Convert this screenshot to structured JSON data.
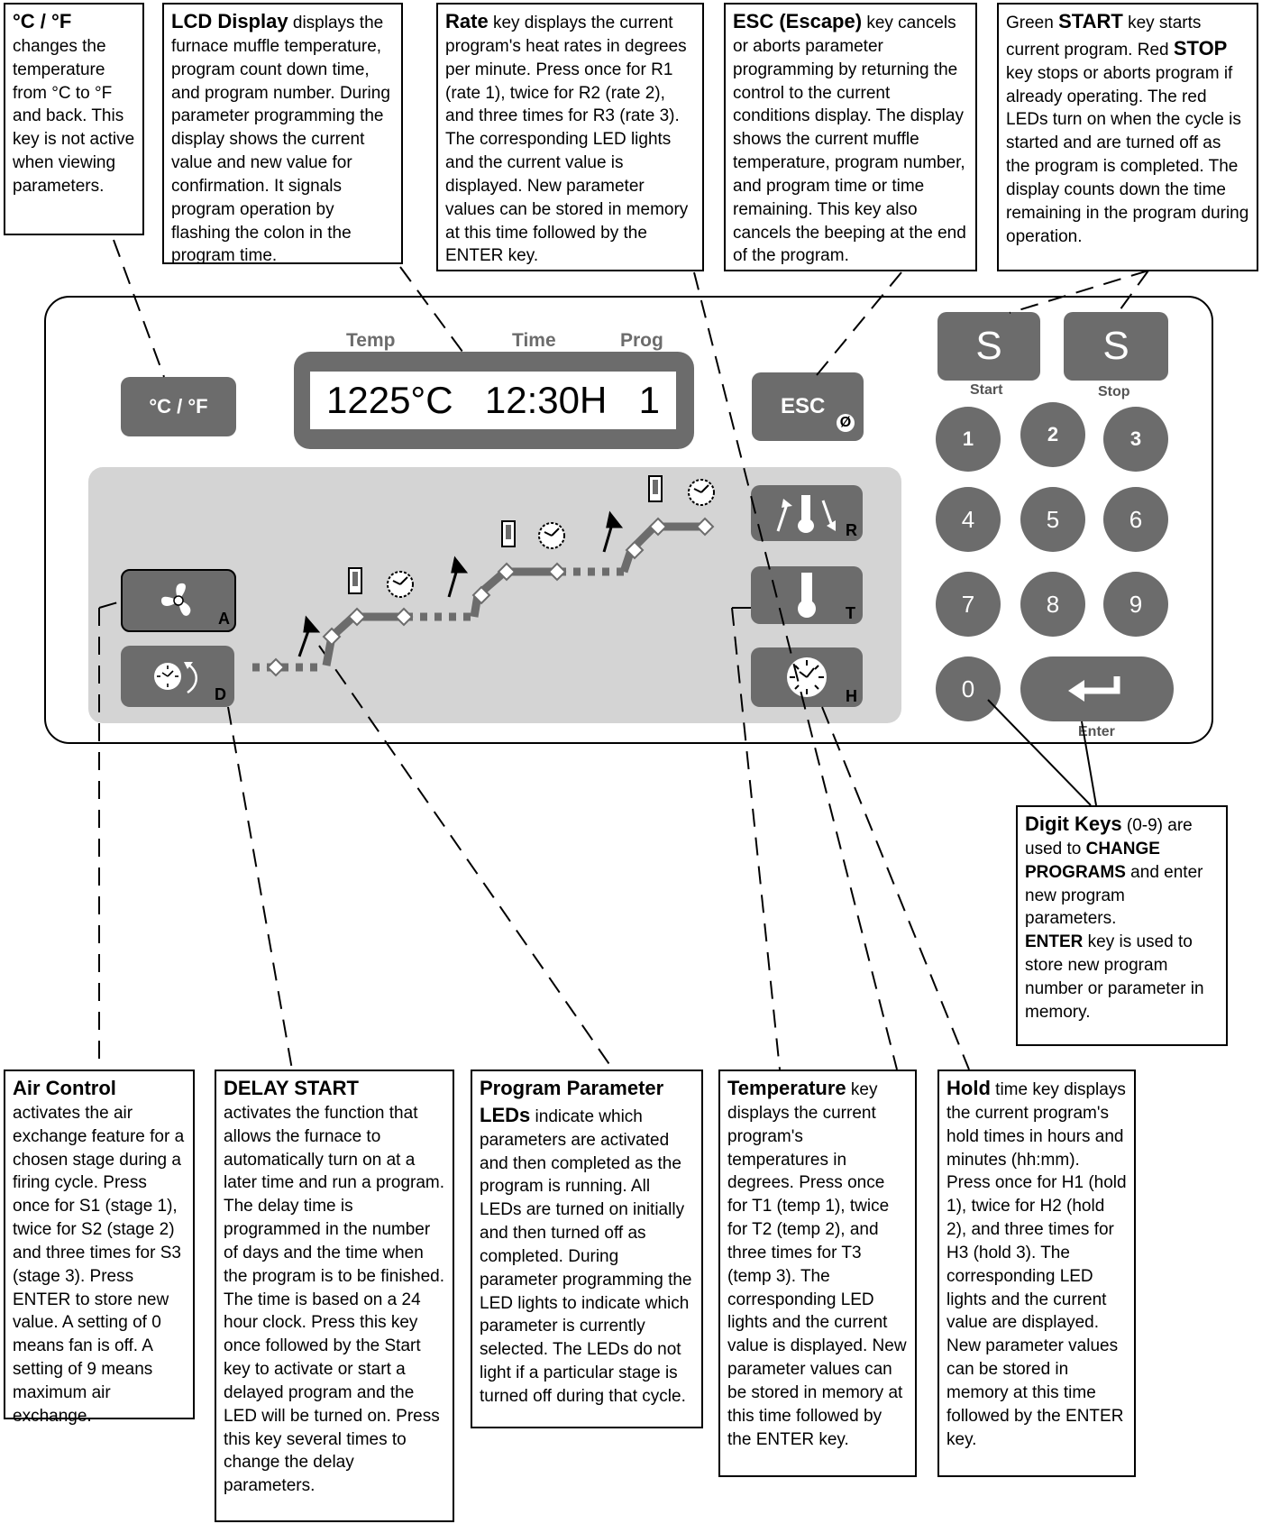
{
  "boxes": {
    "cf": {
      "title": "°C / °F",
      "text": "changes the temperature from °C to °F and back. This key is not active when viewing parameters."
    },
    "lcd": {
      "title": "LCD Display",
      "text": " displays the furnace muffle temperature, program count down time, and program number. During parameter programming the display shows the current value and new value for confirmation. It signals program operation by flashing the colon in the program time."
    },
    "rate": {
      "title": "Rate",
      "text": " key displays the current program's heat rates in degrees per minute. Press once for R1 (rate 1), twice for R2 (rate 2), and three times for R3 (rate 3). The corresponding LED lights and the current value is displayed. New parameter values can be stored in memory at this time followed by the ENTER key."
    },
    "esc": {
      "title": "ESC (Escape)",
      "text": " key cancels or aborts parameter programming by returning the control to the current conditions display. The display shows the current muffle temperature, program number, and program time or time remaining. This key also cancels the beeping at the end of the program."
    },
    "start": {
      "pre": "Green ",
      "start": "START",
      "mid": " key starts current program. Red ",
      "stop": "STOP",
      "text": " key stops or aborts program if already operating. The red LEDs turn on when the cycle is started and are turned off as the program is completed. The display counts down the time remaining in the program during operation."
    },
    "digit": {
      "title": "Digit Keys",
      "t1": " (0-9) are used to ",
      "bold1": "CHANGE PROGRAMS",
      "t2": " and enter new program parameters.",
      "enter": "ENTER",
      "t3": " key is used to store new program number or parameter in memory."
    },
    "air": {
      "title": "Air Control",
      "text": "activates the air exchange feature for a chosen stage during a firing cycle. Press once for S1 (stage 1), twice for S2 (stage 2) and three times for S3 (stage 3). Press ENTER to store new value. A setting of 0 means fan is off. A setting of 9 means maximum air exchange."
    },
    "delay": {
      "title": "DELAY START",
      "text": "activates the function that allows the furnace to automatically turn on at a later time and run a program. The delay time is programmed in the number of days and the time when the program is to be finished. The time is based on a 24 hour clock. Press this key once followed by the Start key to activate or start a delayed program and the LED will be turned on. Press this key several times to change the delay parameters."
    },
    "ppl": {
      "title": "Program Parameter LEDs",
      "text": " indicate which parameters are activated and then completed as the program is running. All LEDs are turned on initially and then turned off as completed. During parameter programming the LED lights to indicate which parameter is currently selected. The LEDs do not light if a particular stage is turned off during that cycle."
    },
    "temp": {
      "title": "Temperature",
      "text": " key displays the current program's temperatures in degrees. Press once for T1 (temp 1), twice for T2 (temp 2), and three times for T3 (temp 3). The corresponding LED lights and the current value is displayed. New parameter values can be stored in memory at this time followed by the ENTER key."
    },
    "hold": {
      "title": "Hold",
      "text": " time key displays the current program's hold times in hours and minutes (hh:mm). Press once for H1 (hold 1), twice for H2 (hold 2), and three times for H3 (hold 3). The corresponding LED lights and the current value are displayed. New parameter values can be stored in memory at this time followed by the ENTER key."
    }
  },
  "panel": {
    "cf_key": "°C / °F",
    "lcd_headers": {
      "temp": "Temp",
      "time": "Time",
      "prog": "Prog"
    },
    "lcd": {
      "temp": "1225°C",
      "time": "12:30H",
      "prog": "1"
    },
    "esc_key": "ESC",
    "start_key": "S",
    "start_label": "Start",
    "stop_key": "S",
    "stop_label": "Stop",
    "digits": [
      "1",
      "2",
      "3",
      "4",
      "5",
      "6",
      "7",
      "8",
      "9"
    ],
    "zero": "0",
    "enter_label": "Enter",
    "letters": {
      "a": "A",
      "d": "D",
      "r": "R",
      "t": "T",
      "h": "H"
    }
  },
  "colors": {
    "key": "#6c6c6c",
    "panel_gray": "#d4d4d4"
  }
}
